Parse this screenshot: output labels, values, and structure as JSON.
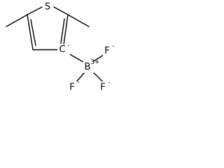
{
  "molecule": {
    "atoms": {
      "sulfur": {
        "symbol": "S"
      },
      "carbanion": {
        "symbol": "C",
        "charge": "-"
      },
      "boron": {
        "symbol": "B",
        "charge": "3+"
      },
      "fluorine_top": {
        "symbol": "F",
        "charge": "-"
      },
      "fluorine_left": {
        "symbol": "F",
        "charge": "-"
      },
      "fluorine_right": {
        "symbol": "F",
        "charge": "-"
      }
    }
  }
}
